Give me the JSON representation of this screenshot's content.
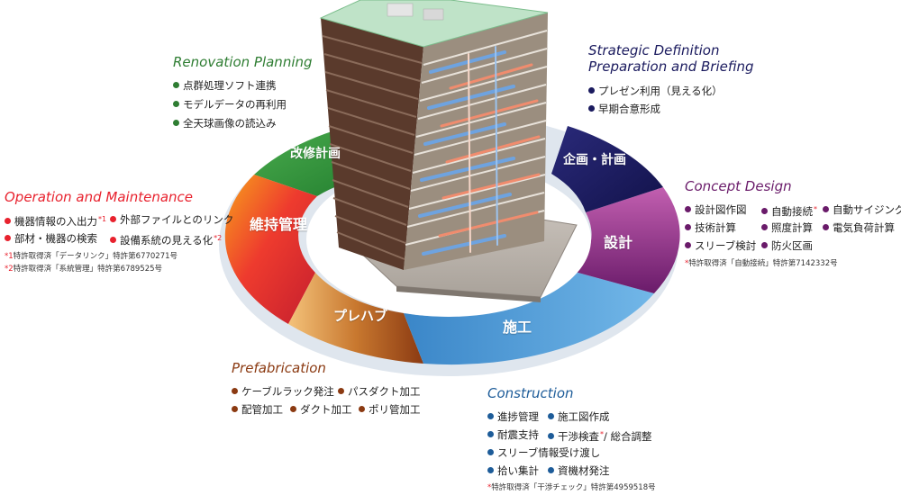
{
  "phases": {
    "kaishu": "改修計画",
    "kikaku": "企画・計画",
    "iji": "維持管理",
    "sekkei": "設計",
    "purehabu": "プレハブ",
    "seko": "施工"
  },
  "renovation": {
    "title": "Renovation Planning",
    "items": [
      "点群処理ソフト連携",
      "モデルデータの再利用",
      "全天球画像の読込み"
    ]
  },
  "strategic": {
    "title_line1": "Strategic Definition",
    "title_line2": "Preparation and Briefing",
    "items": [
      "プレゼン利用（見える化）",
      "早期合意形成"
    ]
  },
  "operation": {
    "title": "Operation and Maintenance",
    "items": [
      "機器情報の入出力",
      "外部ファイルとのリンク",
      "部材・機器の検索",
      "設備系統の見える化"
    ],
    "marks": [
      "*1",
      "*2"
    ],
    "notes": [
      "特許取得済「データリンク」特許第6770271号",
      "特許取得済「系統管理」特許第6789525号"
    ]
  },
  "concept": {
    "title": "Concept Design",
    "items": [
      "設計図作図",
      "自動接続",
      "自動サイジング",
      "技術計算",
      "照度計算",
      "電気負荷計算",
      "スリーブ検討",
      "防火区画"
    ],
    "mark": "*",
    "note": "特許取得済「自動接続」特許第7142332号"
  },
  "prefab": {
    "title": "Prefabrication",
    "items": [
      "ケーブルラック発注",
      "パスダクト加工",
      "配管加工",
      "ダクト加工",
      "ポリ管加工"
    ]
  },
  "construction": {
    "title": "Construction",
    "items": [
      "進捗管理",
      "施工図作成",
      "耐震支持",
      "干渉検査",
      "/ 総合調整",
      "スリーブ情報受け渡し",
      "拾い集計",
      "資機材発注"
    ],
    "mark": "*",
    "note": "特許取得済「干渉チェック」特許第4959518号"
  },
  "colors": {
    "green": "#2e7d32",
    "navy": "#1a1a5e",
    "red": "#e8222e",
    "purple": "#6a1b6a",
    "brown": "#8b3a12",
    "blue": "#1d5c99"
  }
}
